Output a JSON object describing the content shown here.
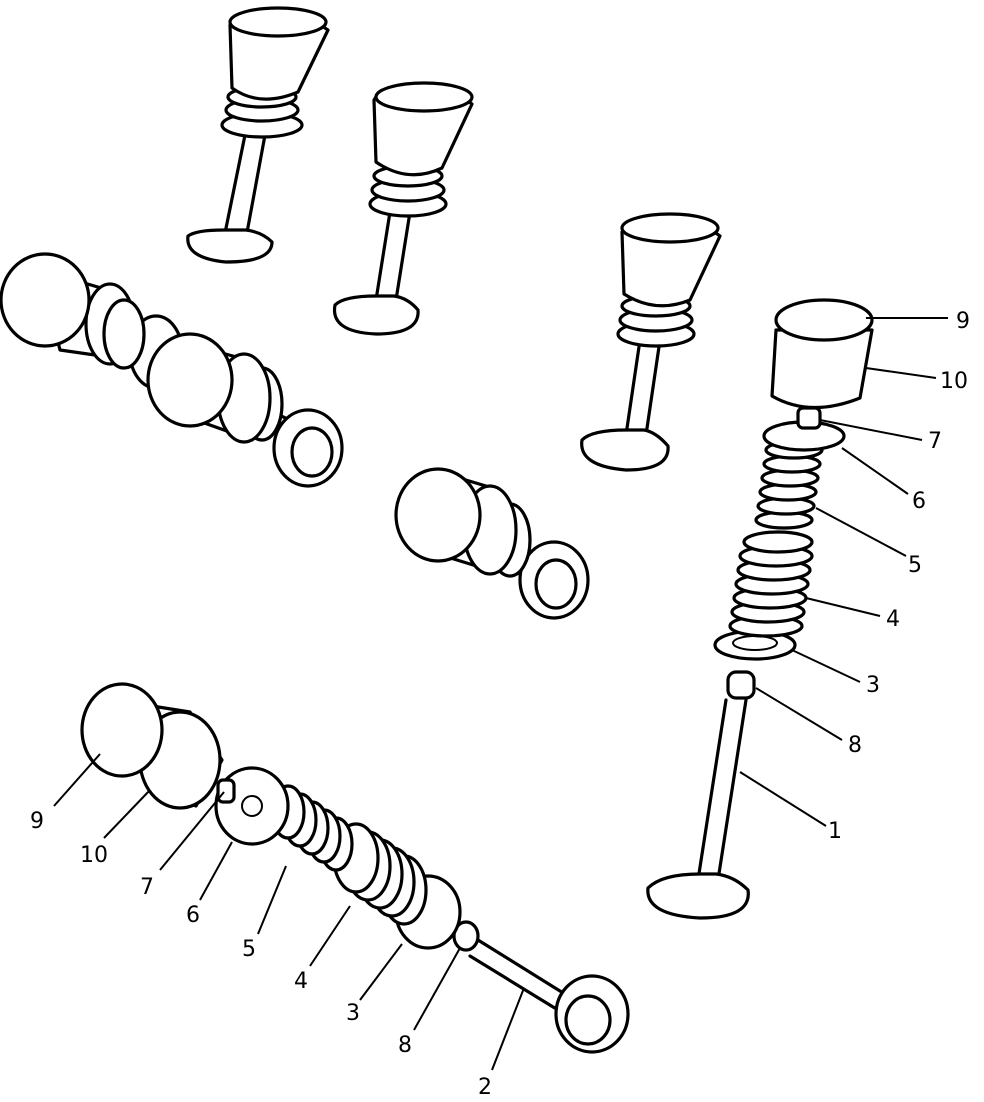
{
  "callouts_right": [
    {
      "id": "r9",
      "text": "9"
    },
    {
      "id": "r10",
      "text": "10"
    },
    {
      "id": "r7",
      "text": "7"
    },
    {
      "id": "r6",
      "text": "6"
    },
    {
      "id": "r5",
      "text": "5"
    },
    {
      "id": "r4",
      "text": "4"
    },
    {
      "id": "r3",
      "text": "3"
    },
    {
      "id": "r8",
      "text": "8"
    },
    {
      "id": "r1",
      "text": "1"
    }
  ],
  "callouts_left": [
    {
      "id": "l9",
      "text": "9"
    },
    {
      "id": "l10",
      "text": "10"
    },
    {
      "id": "l7",
      "text": "7"
    },
    {
      "id": "l6",
      "text": "6"
    },
    {
      "id": "l5",
      "text": "5"
    },
    {
      "id": "l4",
      "text": "4"
    },
    {
      "id": "l3",
      "text": "3"
    },
    {
      "id": "l8",
      "text": "8"
    },
    {
      "id": "l2",
      "text": "2"
    }
  ]
}
